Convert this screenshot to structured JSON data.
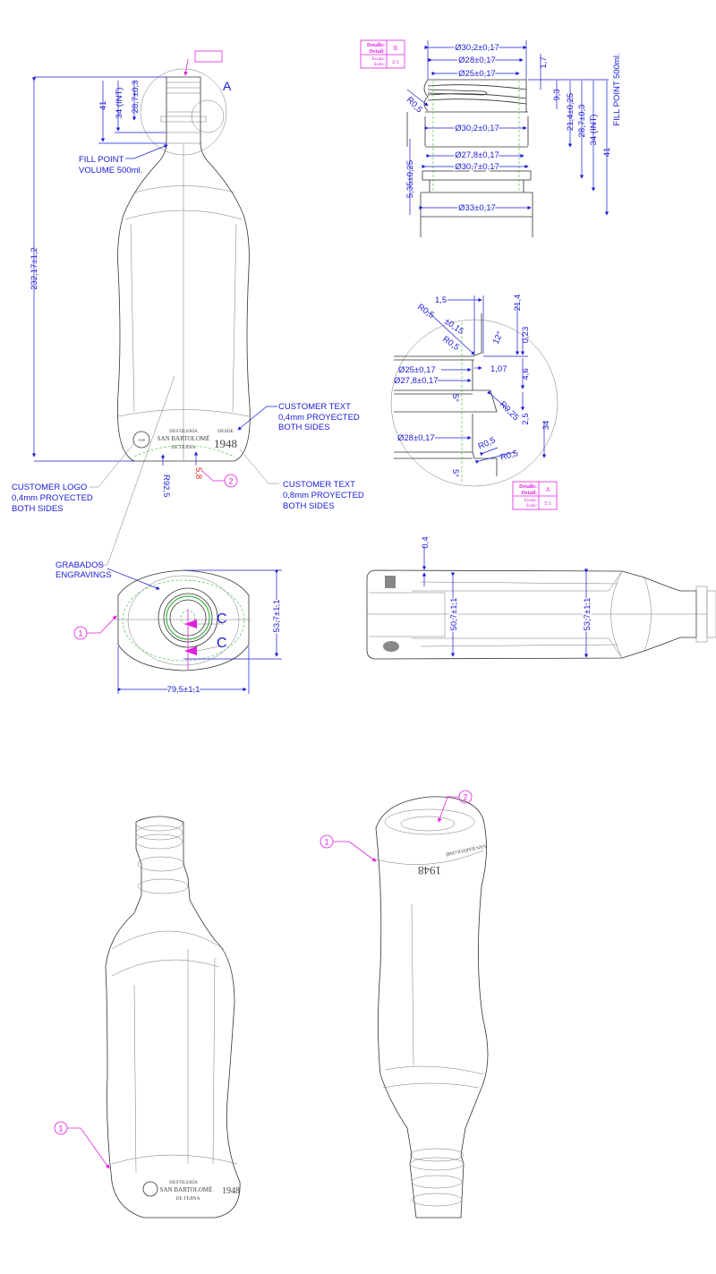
{
  "front_view": {
    "overall_height": "232,17±1,2",
    "neck_dim_41": "41",
    "neck_dim_34": "34  (INT)",
    "neck_dim_28": "28,7±0,3",
    "detail_marker": "A",
    "fill_point_line1": "FILL POINT",
    "fill_point_line2": "VOLUME 500ml.",
    "customer_text_04": [
      "CUSTOMER TEXT",
      "0,4mm PROYECTED",
      "BOTH SIDES"
    ],
    "customer_text_08": [
      "CUSTOMER TEXT",
      "0,8mm PROYECTED",
      "BOTH SIDES"
    ],
    "customer_logo": [
      "CUSTOMER LOGO",
      "0,4mm PROYECTED",
      "BOTH SIDES"
    ],
    "radius": "R92,5",
    "engraving_depth": "5,8",
    "balloon_2": "2"
  },
  "logo": {
    "line1": "DESTILERÍA",
    "line2": "SAN BARTOLOMÉ",
    "line3": "DE TEJINA",
    "since": "DESDE",
    "year": "1948"
  },
  "detail_b": {
    "box": {
      "detail_label": "Detalle:",
      "detail_label_en": "Detail:",
      "detail_value": "B",
      "scale_label": "Escala:",
      "scale_label_en": "Scale:",
      "scale_value": "2:1"
    },
    "d_30_2_top": "Ø30,2±0,17",
    "d_28": "Ø28±0,17",
    "d_25": "Ø25±0,17",
    "radius": "R0,5",
    "d_30_2_mid": "Ø30,2±0,17",
    "d_27_8": "Ø27,8±0,17",
    "d_30_7": "Ø30,7±0,17",
    "d_33": "Ø33±0,17",
    "h_1_7": "1,7",
    "h_9_3": "9,3",
    "h_21_4": "21,4±0,25",
    "h_28_7": "28,7±0,3",
    "h_34": "34 (INT)",
    "h_41": "41",
    "fill_point": "FILL POINT 500ml.",
    "h_5_35": "5,35±0,25"
  },
  "detail_a": {
    "box": {
      "detail_label": "Detalle:",
      "detail_label_en": "Detail:",
      "detail_value": "A",
      "scale_label": "Escala:",
      "scale_label_en": "Scale:",
      "scale_value": "5:1"
    },
    "w_1_5": "1,5",
    "r_0_5_a": "R0,5",
    "tol_0_15": "±0,15",
    "r_0_5_b": "R0,5",
    "angle_12": "12°",
    "w_1_07": "1,07",
    "d_25": "Ø25±0,17",
    "d_27_8": "Ø27,8±0,17",
    "d_28": "Ø28±0,17",
    "angle_5_a": "5°",
    "angle_5_b": "5°",
    "r_0_25": "R0,25",
    "r_0_5_c": "R0,5",
    "r_0_5_d": "R0,5",
    "h_21_4": "21,4",
    "h_0_23": "0,23",
    "h_4_6": "4,6",
    "h_2_5": "2,5",
    "h_34": "34"
  },
  "top_view": {
    "engravings_es": "GRABADOS",
    "engravings_en": "ENGRAVINGS",
    "section_c1": "C",
    "section_c2": "C",
    "depth": "53,7±1,1",
    "width": "79,5±1,1",
    "balloon_1": "1"
  },
  "side_view": {
    "offset": "0,4",
    "inner_depth": "50,7±1,1",
    "outer_depth": "53,7±1,1"
  },
  "iso_views": {
    "balloon_left_1": "1",
    "balloon_right_1": "1",
    "balloon_right_2": "2"
  }
}
